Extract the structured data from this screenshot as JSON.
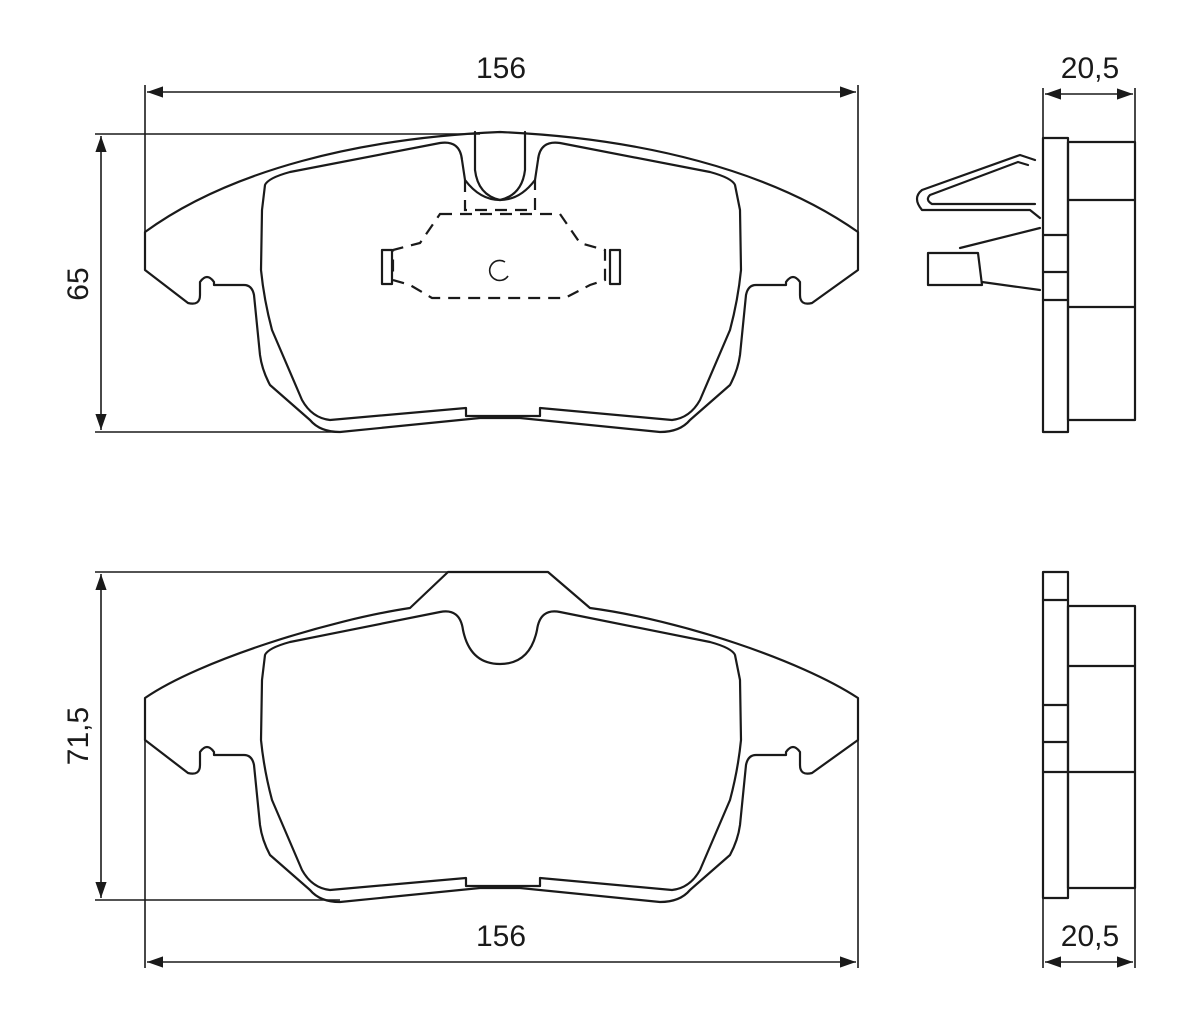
{
  "dimensions": {
    "top_width": "156",
    "top_height": "65",
    "top_thickness": "20,5",
    "bottom_width": "156",
    "bottom_height": "71,5",
    "bottom_thickness": "20,5"
  }
}
